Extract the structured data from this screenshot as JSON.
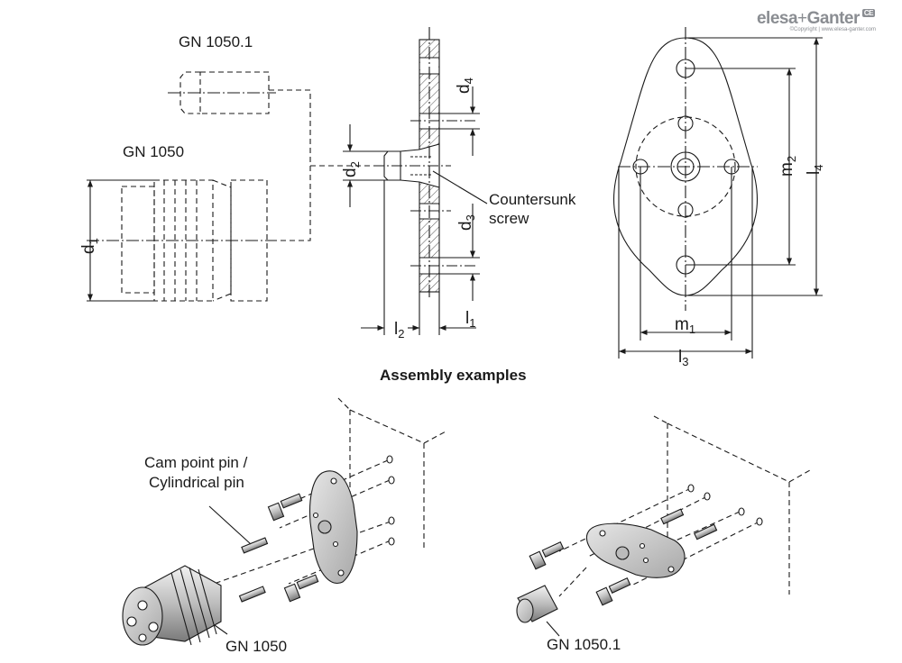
{
  "brand": {
    "name": "elesa",
    "plus": "+",
    "name2": "Ganter",
    "copyright": "©Copyright | www.elesa-ganter.com",
    "ce": "CE"
  },
  "labels": {
    "gn1050_1_top": "GN 1050.1",
    "gn1050_top": "GN 1050",
    "countersunk_line1": "Countersunk",
    "countersunk_line2": "screw",
    "assembly_title": "Assembly examples",
    "cam_pin_line1": "Cam point pin /",
    "cam_pin_line2": "Cylindrical pin",
    "gn1050_bottom": "GN 1050",
    "gn1050_1_bottom": "GN 1050.1"
  },
  "dimensions": {
    "d1": {
      "main": "d",
      "sub": "1"
    },
    "d2": {
      "main": "d",
      "sub": "2"
    },
    "d3": {
      "main": "d",
      "sub": "3"
    },
    "d4": {
      "main": "d",
      "sub": "4"
    },
    "l1": {
      "main": "l",
      "sub": "1"
    },
    "l2": {
      "main": "l",
      "sub": "2"
    },
    "l3": {
      "main": "l",
      "sub": "3"
    },
    "l4": {
      "main": "l",
      "sub": "4"
    },
    "m1": {
      "main": "m",
      "sub": "1"
    },
    "m2": {
      "main": "m",
      "sub": "2"
    }
  },
  "colors": {
    "line": "#1a1a1a",
    "part_fill": "#d9d9d9",
    "hatch": "#555555",
    "brand": "#8a8d92"
  }
}
